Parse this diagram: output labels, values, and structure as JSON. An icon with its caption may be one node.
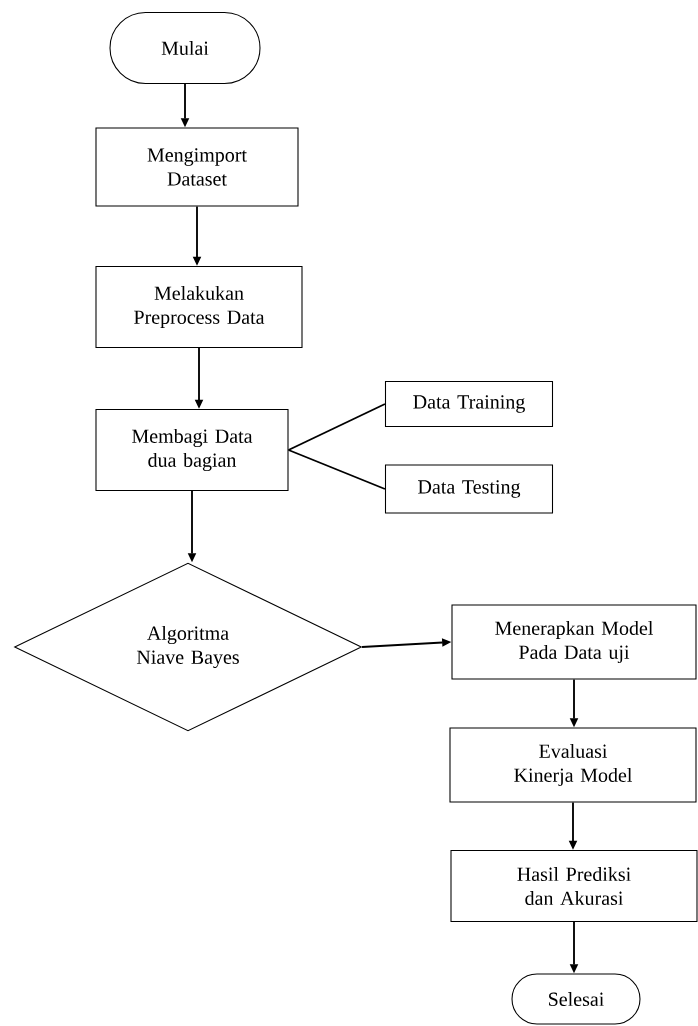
{
  "diagram": {
    "nodes": [
      {
        "text": [
          "Mulai"
        ]
      },
      {
        "text": [
          "Mengimport Dataset"
        ]
      },
      {
        "text": [
          "Melakukan Preprocess Data"
        ]
      },
      {
        "text": [
          "Membagi Data dua bagian"
        ]
      },
      {
        "text": [
          "Data Training"
        ]
      },
      {
        "text": [
          "Data Testing"
        ]
      },
      {
        "text": [
          "Algoritma Niave Bayes"
        ]
      },
      {
        "text": [
          "Menerapkan Model Pada Data uji"
        ]
      },
      {
        "text": [
          "Evaluasi Kinerja Model"
        ]
      },
      {
        "text": [
          "Hasil Prediksi dan Akurasi"
        ]
      },
      {
        "text": [
          "Selesai"
        ]
      }
    ],
    "edges": [
      {
        "from": 0,
        "to": 1,
        "arrow": "to"
      },
      {
        "from": 1,
        "to": 2,
        "arrow": "to"
      },
      {
        "from": 2,
        "to": 3,
        "arrow": "to"
      },
      {
        "from": 3,
        "to": 4,
        "arrow": "none"
      },
      {
        "from": 3,
        "to": 5,
        "arrow": "none"
      },
      {
        "from": 3,
        "to": 6,
        "arrow": "to"
      },
      {
        "from": 6,
        "to": 7,
        "arrow": "to"
      },
      {
        "from": 7,
        "to": 8,
        "arrow": "to"
      },
      {
        "from": 8,
        "to": 9,
        "arrow": "to"
      },
      {
        "from": 9,
        "to": 10,
        "arrow": "to"
      }
    ]
  }
}
